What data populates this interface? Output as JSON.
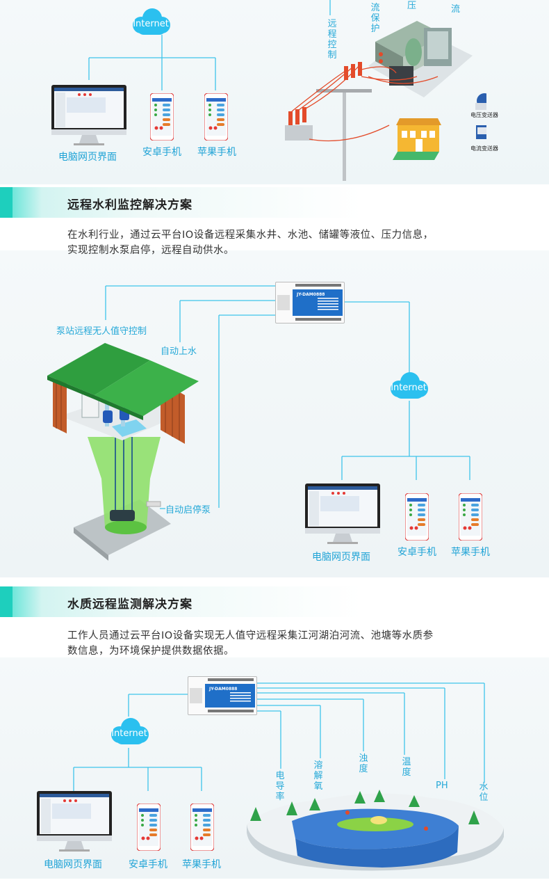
{
  "top": {
    "cloud": "Internet",
    "devices": [
      "电脑网页界面",
      "安卓手机",
      "苹果手机"
    ],
    "remote_control": "远程控制",
    "protect": "流保护",
    "label_ya": "压",
    "label_liu": "流",
    "voltage_transmitter": "电压变送器",
    "current_transmitter": "电流变送器"
  },
  "water": {
    "title": "远程水利监控解决方案",
    "description_line1": "在水利行业，通过云平台IO设备远程采集水井、水池、储罐等液位、压力信息，",
    "description_line2": "实现控制水泵启停，远程自动供水。",
    "label_station": "泵站远程无人值守控制",
    "label_auto_fill": "自动上水",
    "label_auto_pump": "自动启停泵",
    "cloud": "Internet",
    "device_model": "JY-DAM0888",
    "devices": [
      "电脑网页界面",
      "安卓手机",
      "苹果手机"
    ]
  },
  "quality": {
    "title": "水质远程监测解决方案",
    "description_line1": "工作人员通过云平台IO设备实现无人值守远程采集江河湖泊河流、池塘等水质参",
    "description_line2": "数信息，为环境保护提供数据依据。",
    "cloud": "Internet",
    "device_model": "JY-DAM0888",
    "devices": [
      "电脑网页界面",
      "安卓手机",
      "苹果手机"
    ],
    "sensors": [
      "电导率",
      "溶解氧",
      "浊度",
      "温度",
      "PH",
      "水位"
    ]
  },
  "colors": {
    "accent": "#1ecfbd",
    "line": "#3ec4ea",
    "label": "#26a9d8"
  }
}
